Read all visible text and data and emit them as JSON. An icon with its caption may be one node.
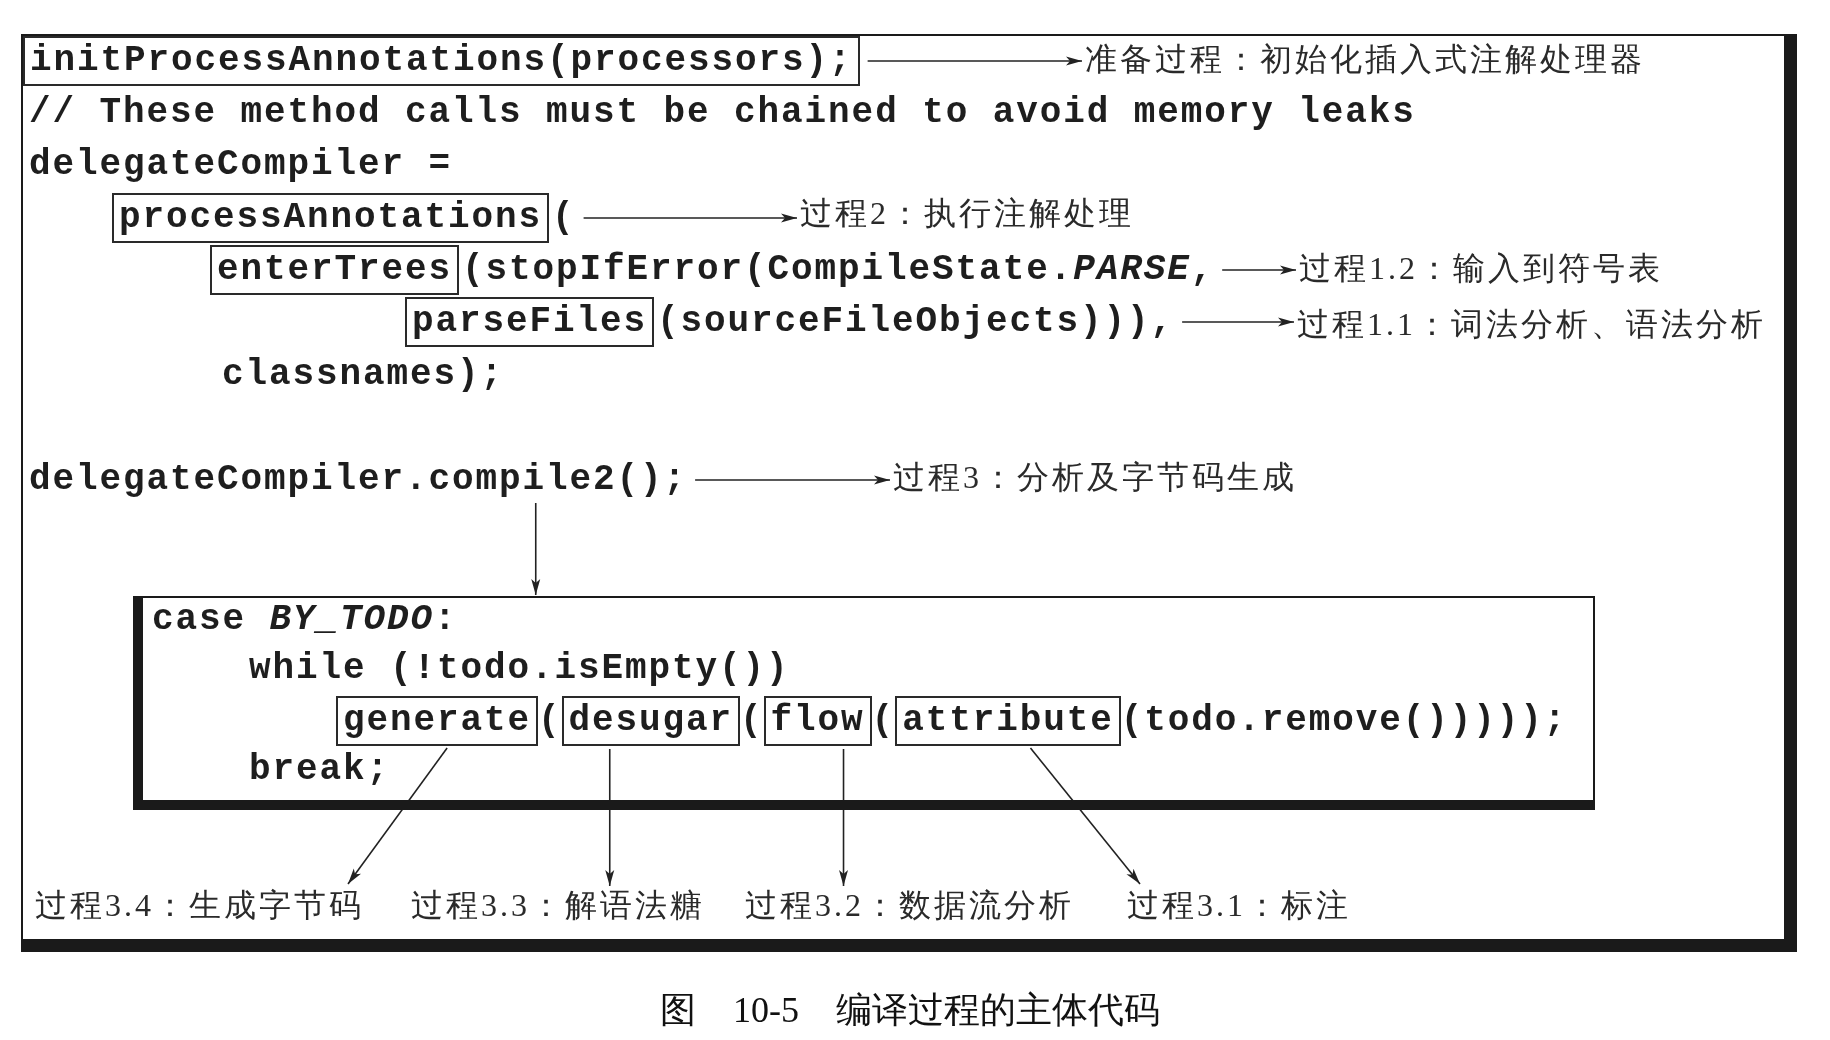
{
  "diagram": {
    "caption": "图 10-5 编译过程的主体代码",
    "nodes": [
      {
        "text": [
          "// These method calls must be chained to avoid memory leaks",
          "delegateCompiler =",
          "classnames);"
        ]
      },
      {
        "text": [
          "initProcessAnnotations(processors);"
        ],
        "in": 0
      },
      {
        "text": [
          "准备过程：初始化插入式注解处理器"
        ],
        "in": 0
      },
      {
        "text": [
          "processAnnotations"
        ],
        "in": 0
      },
      {
        "text": [
          "("
        ],
        "in": 0
      },
      {
        "text": [
          "过程2：执行注解处理"
        ],
        "in": 0
      },
      {
        "text": [
          "enterTrees"
        ],
        "in": 0
      },
      {
        "text": [
          "(stopIfError(CompileState.*PARSE*,"
        ],
        "in": 0
      },
      {
        "text": [
          "过程1.2：输入到符号表"
        ],
        "in": 0
      },
      {
        "text": [
          "parseFiles"
        ],
        "in": 0
      },
      {
        "text": [
          "(sourceFileObjects))),"
        ],
        "in": 0
      },
      {
        "text": [
          "过程1.1：词法分析、语法分析"
        ],
        "in": 0
      },
      {
        "text": [
          "delegateCompiler.compile2();"
        ],
        "in": 0
      },
      {
        "text": [
          "过程3：分析及字节码生成"
        ],
        "in": 0
      },
      {
        "text": [
          "case *BY_TODO*:",
          "while (!todo.isEmpty())",
          "(",
          "(",
          "(",
          "(todo.remove()))));",
          "break;"
        ],
        "in": 0
      },
      {
        "text": [
          "generate"
        ],
        "in": 14
      },
      {
        "text": [
          "desugar"
        ],
        "in": 14
      },
      {
        "text": [
          "flow"
        ],
        "in": 14
      },
      {
        "text": [
          "attribute"
        ],
        "in": 14
      },
      {
        "text": [
          "过程3.4：生成字节码"
        ],
        "in": 0
      },
      {
        "text": [
          "过程3.3：解语法糖"
        ],
        "in": 0
      },
      {
        "text": [
          "过程3.2：数据流分析"
        ],
        "in": 0
      },
      {
        "text": [
          "过程3.1：标注"
        ],
        "in": 0
      }
    ],
    "edges": [
      {
        "from": 1,
        "to": 2,
        "arrow": "to"
      },
      {
        "from": 4,
        "to": 5,
        "arrow": "to"
      },
      {
        "from": 7,
        "to": 8,
        "arrow": "to"
      },
      {
        "from": 10,
        "to": 11,
        "arrow": "to"
      },
      {
        "from": 12,
        "to": 13,
        "arrow": "to"
      },
      {
        "from": 12,
        "to": 14,
        "arrow": "to"
      },
      {
        "from": 15,
        "to": 19,
        "arrow": "to"
      },
      {
        "from": 16,
        "to": 20,
        "arrow": "to"
      },
      {
        "from": 17,
        "to": 21,
        "arrow": "to"
      },
      {
        "from": 18,
        "to": 22,
        "arrow": "to"
      }
    ]
  }
}
